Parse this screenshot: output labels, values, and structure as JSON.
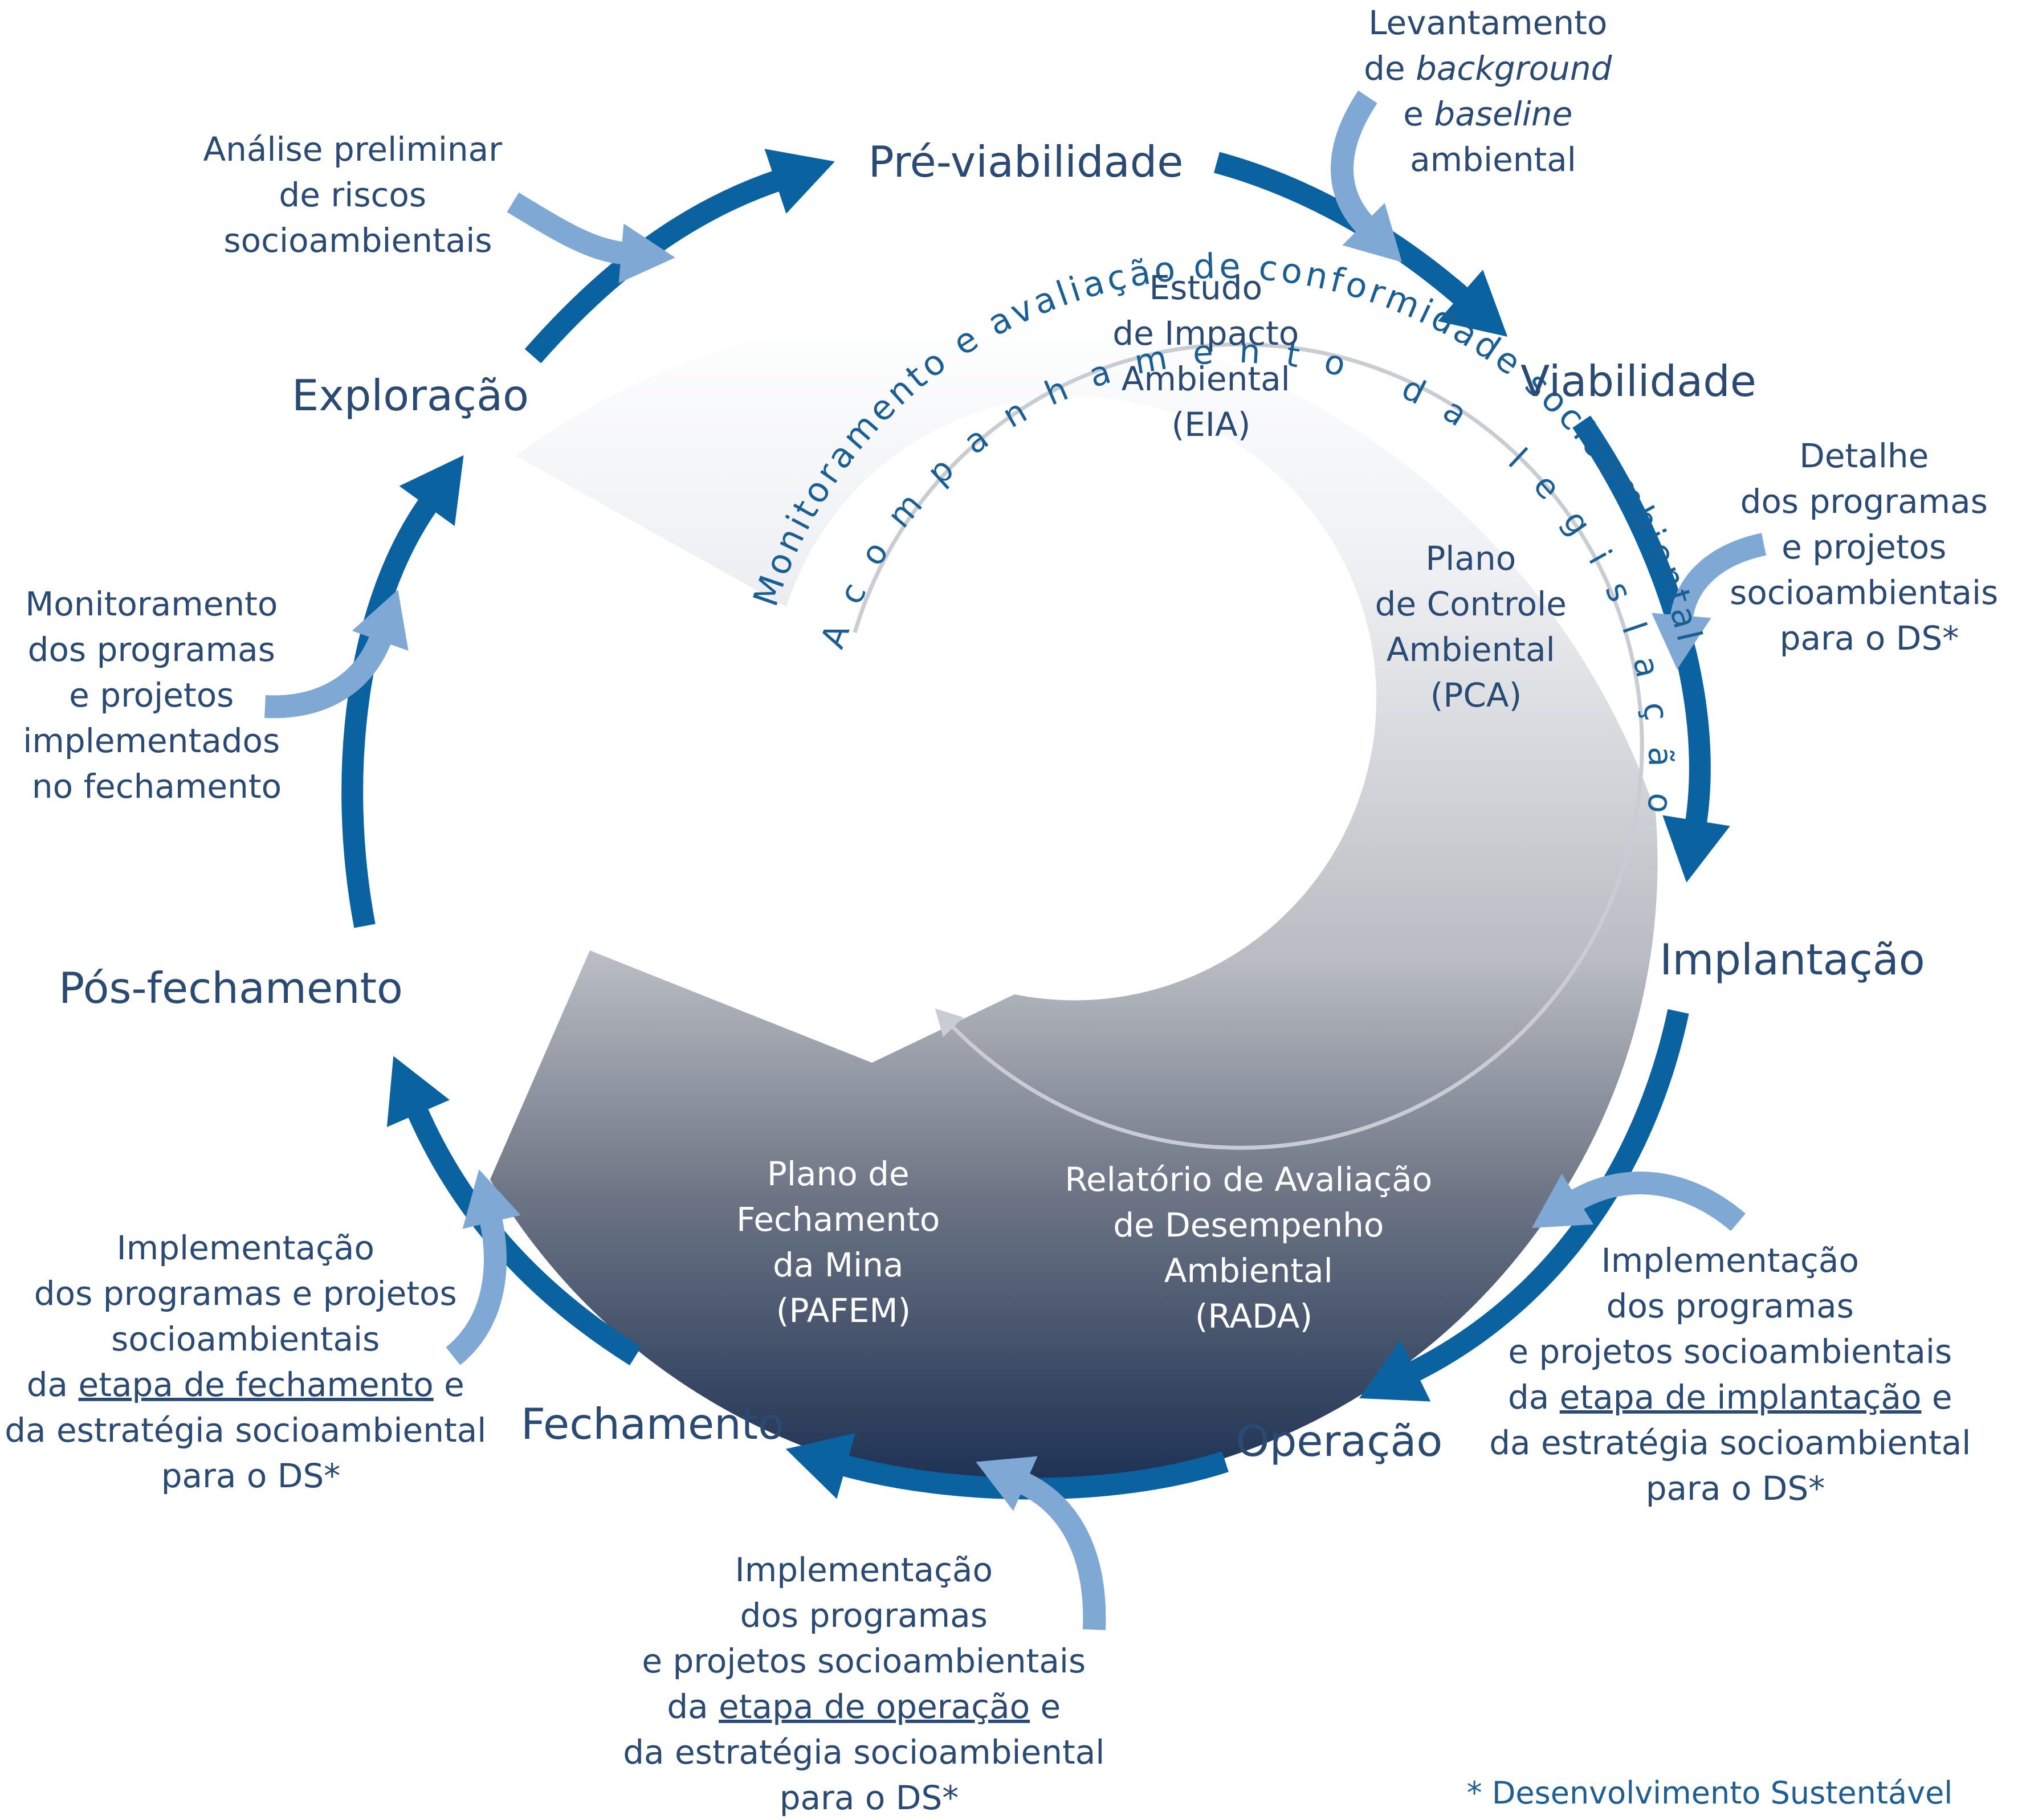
{
  "colors": {
    "main_arrow": "#0b62a0",
    "input_arrow": "#7fa8d4",
    "text": "#2b4a73",
    "ring_text": "#1a5e93",
    "gradient_top": "#ffffff",
    "gradient_mid": "#b9bcc2",
    "gradient_bottom": "#1c3052"
  },
  "stages": {
    "pre_viabilidade": "Pré-viabilidade",
    "viabilidade": "Viabilidade",
    "implantacao": "Implantação",
    "operacao": "Operação",
    "fechamento": "Fechamento",
    "pos_fechamento": "Pós-fechamento",
    "exploracao": "Exploração"
  },
  "notes": {
    "analise": [
      "Análise preliminar",
      "de riscos",
      "socioambientais"
    ],
    "levantamento": {
      "line1": "Levantamento",
      "line2_prefix": "de ",
      "line2_italic": "background",
      "line3_prefix": "e ",
      "line3_italic": "baseline",
      "line4": "ambiental"
    },
    "detalhe": [
      "Detalhe",
      "dos programas",
      "e projetos",
      "socioambientais",
      "para o DS*"
    ],
    "impl_implantacao": {
      "lines": [
        "Implementação",
        "dos programas",
        "e projetos socioambientais"
      ],
      "prefix": "da ",
      "underline": "etapa de implantação",
      "suffix": " e",
      "tail": [
        "da estratégia socioambiental",
        "para o DS*"
      ]
    },
    "impl_operacao": {
      "lines": [
        "Implementação",
        "dos programas",
        "e projetos socioambientais"
      ],
      "prefix": "da ",
      "underline": "etapa de operação",
      "suffix": " e",
      "tail": [
        "da estratégia socioambiental",
        "para o DS*"
      ]
    },
    "impl_fechamento": {
      "lines": [
        "Implementação",
        "dos programas e projetos",
        "socioambientais"
      ],
      "prefix": "da ",
      "underline": "etapa de fechamento",
      "suffix": " e",
      "tail": [
        "da estratégia socioambiental",
        "para o DS*"
      ]
    },
    "monitoramento": [
      "Monitoramento",
      "dos programas",
      "e projetos",
      "implementados",
      "no fechamento"
    ]
  },
  "documents": {
    "eia": [
      "Estudo",
      "de Impacto",
      "Ambiental",
      "(EIA)"
    ],
    "pca": [
      "Plano",
      "de Controle",
      "Ambiental",
      "(PCA)"
    ],
    "pafem": [
      "Plano de",
      "Fechamento",
      "da Mina",
      "(PAFEM)"
    ],
    "rada": [
      "Relatório de Avaliação",
      "de Desempenho",
      "Ambiental",
      "(RADA)"
    ]
  },
  "ring": {
    "outer": "Monitoramento e avaliação de conformidade socioambiental",
    "inner": "Acompanhamento da legislação"
  },
  "footnote": "* Desenvolvimento Sustentável"
}
